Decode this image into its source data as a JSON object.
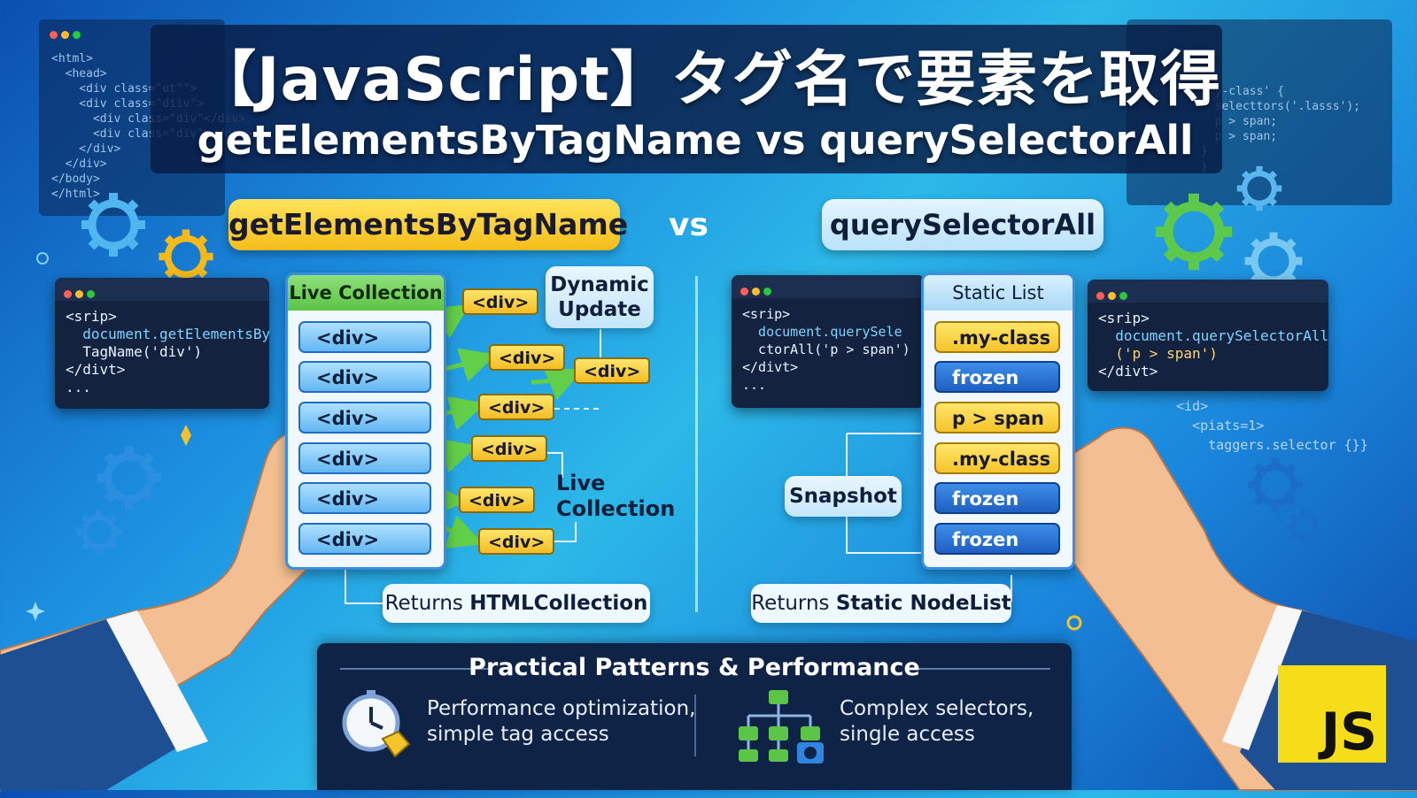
{
  "title": {
    "main": "【JavaScript】タグ名で要素を取得",
    "sub": "getElementsByTagName vs querySelectorAll"
  },
  "background_code": {
    "left": [
      "<html>",
      "  <head>",
      "    <div class=\"ut\"\">",
      "    <div class=\"diiv\">",
      "      <div class=\"div\"</div>",
      "      <div class=\"div\"></div>",
      "    </div>",
      "  </div>",
      "</body>",
      "</html>"
    ],
    "right": [
      "{",
      ".my-class' {",
      "  selecttors('.lasss');",
      "  p > span;",
      "  p > span;",
      "}",
      "",
      "}"
    ],
    "right_lower": [
      "<id>",
      "  <piats=1>",
      "    taggers.selector {}}"
    ]
  },
  "left": {
    "pill": "getElementsByTagName",
    "code": [
      "<srip>",
      "  document.getElementsBy",
      "  TagName('div')",
      "</divt>",
      "..."
    ],
    "list_title": "Live Collection",
    "items": [
      "<div>",
      "<div>",
      "<div>",
      "<div>",
      "<div>",
      "<div>"
    ],
    "tags": [
      "<div>",
      "<div>",
      "<div>",
      "<div>",
      "<div>",
      "<div>",
      "<div>"
    ],
    "callout_dynamic": [
      "Dynamic",
      "Update"
    ],
    "callout_live": [
      "Live",
      "Collection"
    ],
    "returns_prefix": "Returns ",
    "returns_bold": "HTMLCollection"
  },
  "vs": "vs",
  "right": {
    "pill": "querySelectorAll",
    "code_a": [
      "<srip>",
      "  document.querySele",
      "  ctorAll('p > span')",
      "</divt>",
      "..."
    ],
    "code_b": [
      "<srip>",
      "  document.querySelectorAll",
      "  ('p > span')",
      "</divt>"
    ],
    "list_title": "Static List",
    "items": [
      ".my-class",
      "frozen",
      "p > span",
      ".my-class",
      "frozen",
      "frozen"
    ],
    "item_styles": [
      "yellow",
      "blue",
      "yellow",
      "yellow",
      "blue",
      "blue"
    ],
    "snapshot": "Snapshot",
    "returns_prefix": "Returns ",
    "returns_bold": "Static NodeList"
  },
  "bottom": {
    "title": "Practical Patterns & Performance",
    "left_text": [
      "Performance optimization,",
      "simple tag access"
    ],
    "right_text": [
      "Complex selectors,",
      "single access"
    ],
    "left_icon": "stopwatch-tag-icon",
    "right_icon": "selector-tree-icon"
  },
  "logo": "JS",
  "colors": {
    "accent_yellow": "#f5c42a",
    "accent_blue": "#1f5fc2",
    "panel_dark": "#13233f",
    "arrow_green": "#58c84a"
  }
}
